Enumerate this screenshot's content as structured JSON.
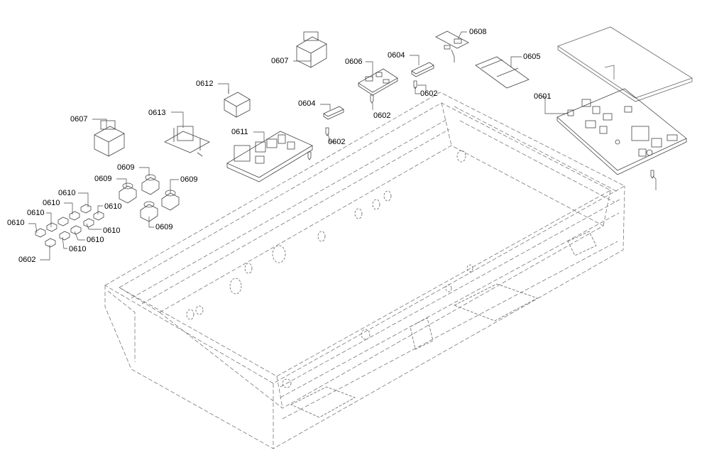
{
  "diagram": {
    "background": "#ffffff",
    "line_color": "#555555",
    "callouts": [
      {
        "id": "c1",
        "label": "0607"
      },
      {
        "id": "c2",
        "label": "0608"
      },
      {
        "id": "c3",
        "label": "0612"
      },
      {
        "id": "c4",
        "label": "0606"
      },
      {
        "id": "c5",
        "label": "0604"
      },
      {
        "id": "c6",
        "label": "0605"
      },
      {
        "id": "c7",
        "label": "0602"
      },
      {
        "id": "c8",
        "label": "0601"
      },
      {
        "id": "c9",
        "label": "0613"
      },
      {
        "id": "c10",
        "label": "0604"
      },
      {
        "id": "c11",
        "label": "0602"
      },
      {
        "id": "c12",
        "label": "0607"
      },
      {
        "id": "c13",
        "label": "0611"
      },
      {
        "id": "c14",
        "label": "0602"
      },
      {
        "id": "c15",
        "label": "0609"
      },
      {
        "id": "c16",
        "label": "0609"
      },
      {
        "id": "c17",
        "label": "0609"
      },
      {
        "id": "c18",
        "label": "0609"
      },
      {
        "id": "c19",
        "label": "0610"
      },
      {
        "id": "c20",
        "label": "0610"
      },
      {
        "id": "c21",
        "label": "0610"
      },
      {
        "id": "c22",
        "label": "0610"
      },
      {
        "id": "c23",
        "label": "0610"
      },
      {
        "id": "c24",
        "label": "0610"
      },
      {
        "id": "c25",
        "label": "0610"
      },
      {
        "id": "c26",
        "label": "0610"
      },
      {
        "id": "c27",
        "label": "0602"
      }
    ]
  }
}
